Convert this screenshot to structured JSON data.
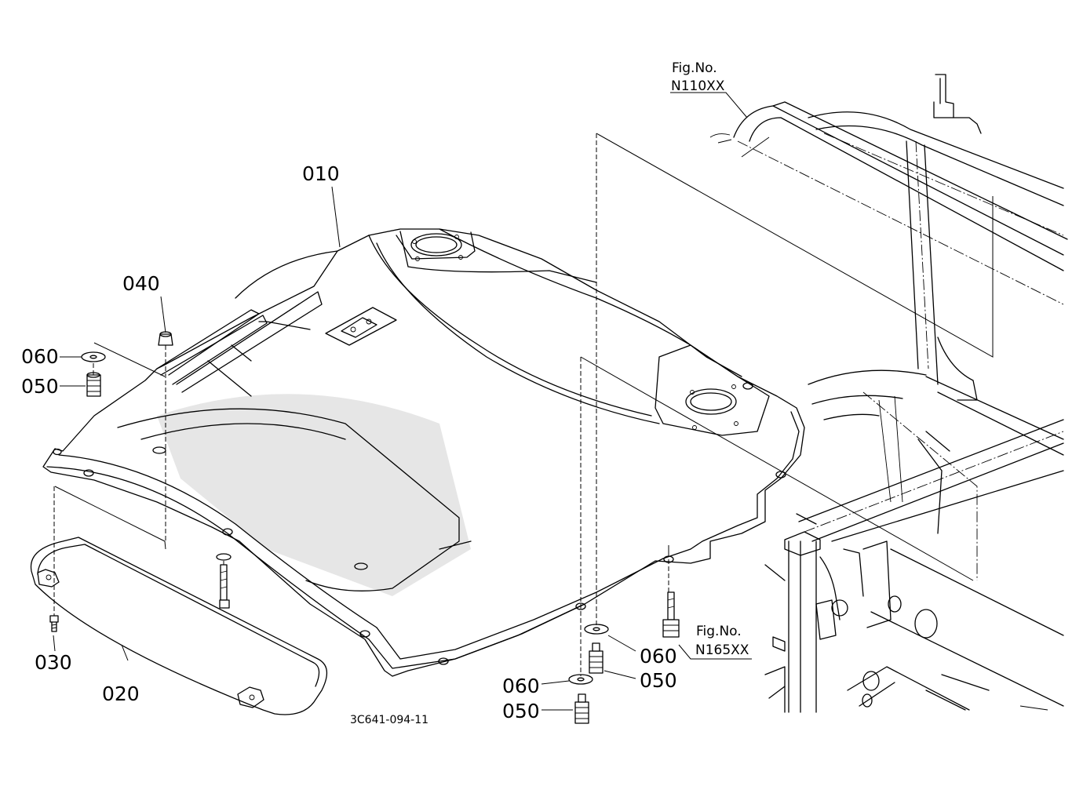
{
  "diagram": {
    "drawing_number": "3C641-094-11",
    "figure_refs": [
      {
        "label": "Fig.No.",
        "number": "N110XX"
      },
      {
        "label": "Fig.No.",
        "number": "N165XX"
      }
    ],
    "callouts": {
      "p010": "010",
      "p020": "020",
      "p030": "030",
      "p040": "040",
      "p050_left": "050",
      "p060_left": "060",
      "p060_mid_upper": "060",
      "p050_mid_upper": "050",
      "p060_mid_lower": "060",
      "p050_mid_lower": "050"
    }
  }
}
